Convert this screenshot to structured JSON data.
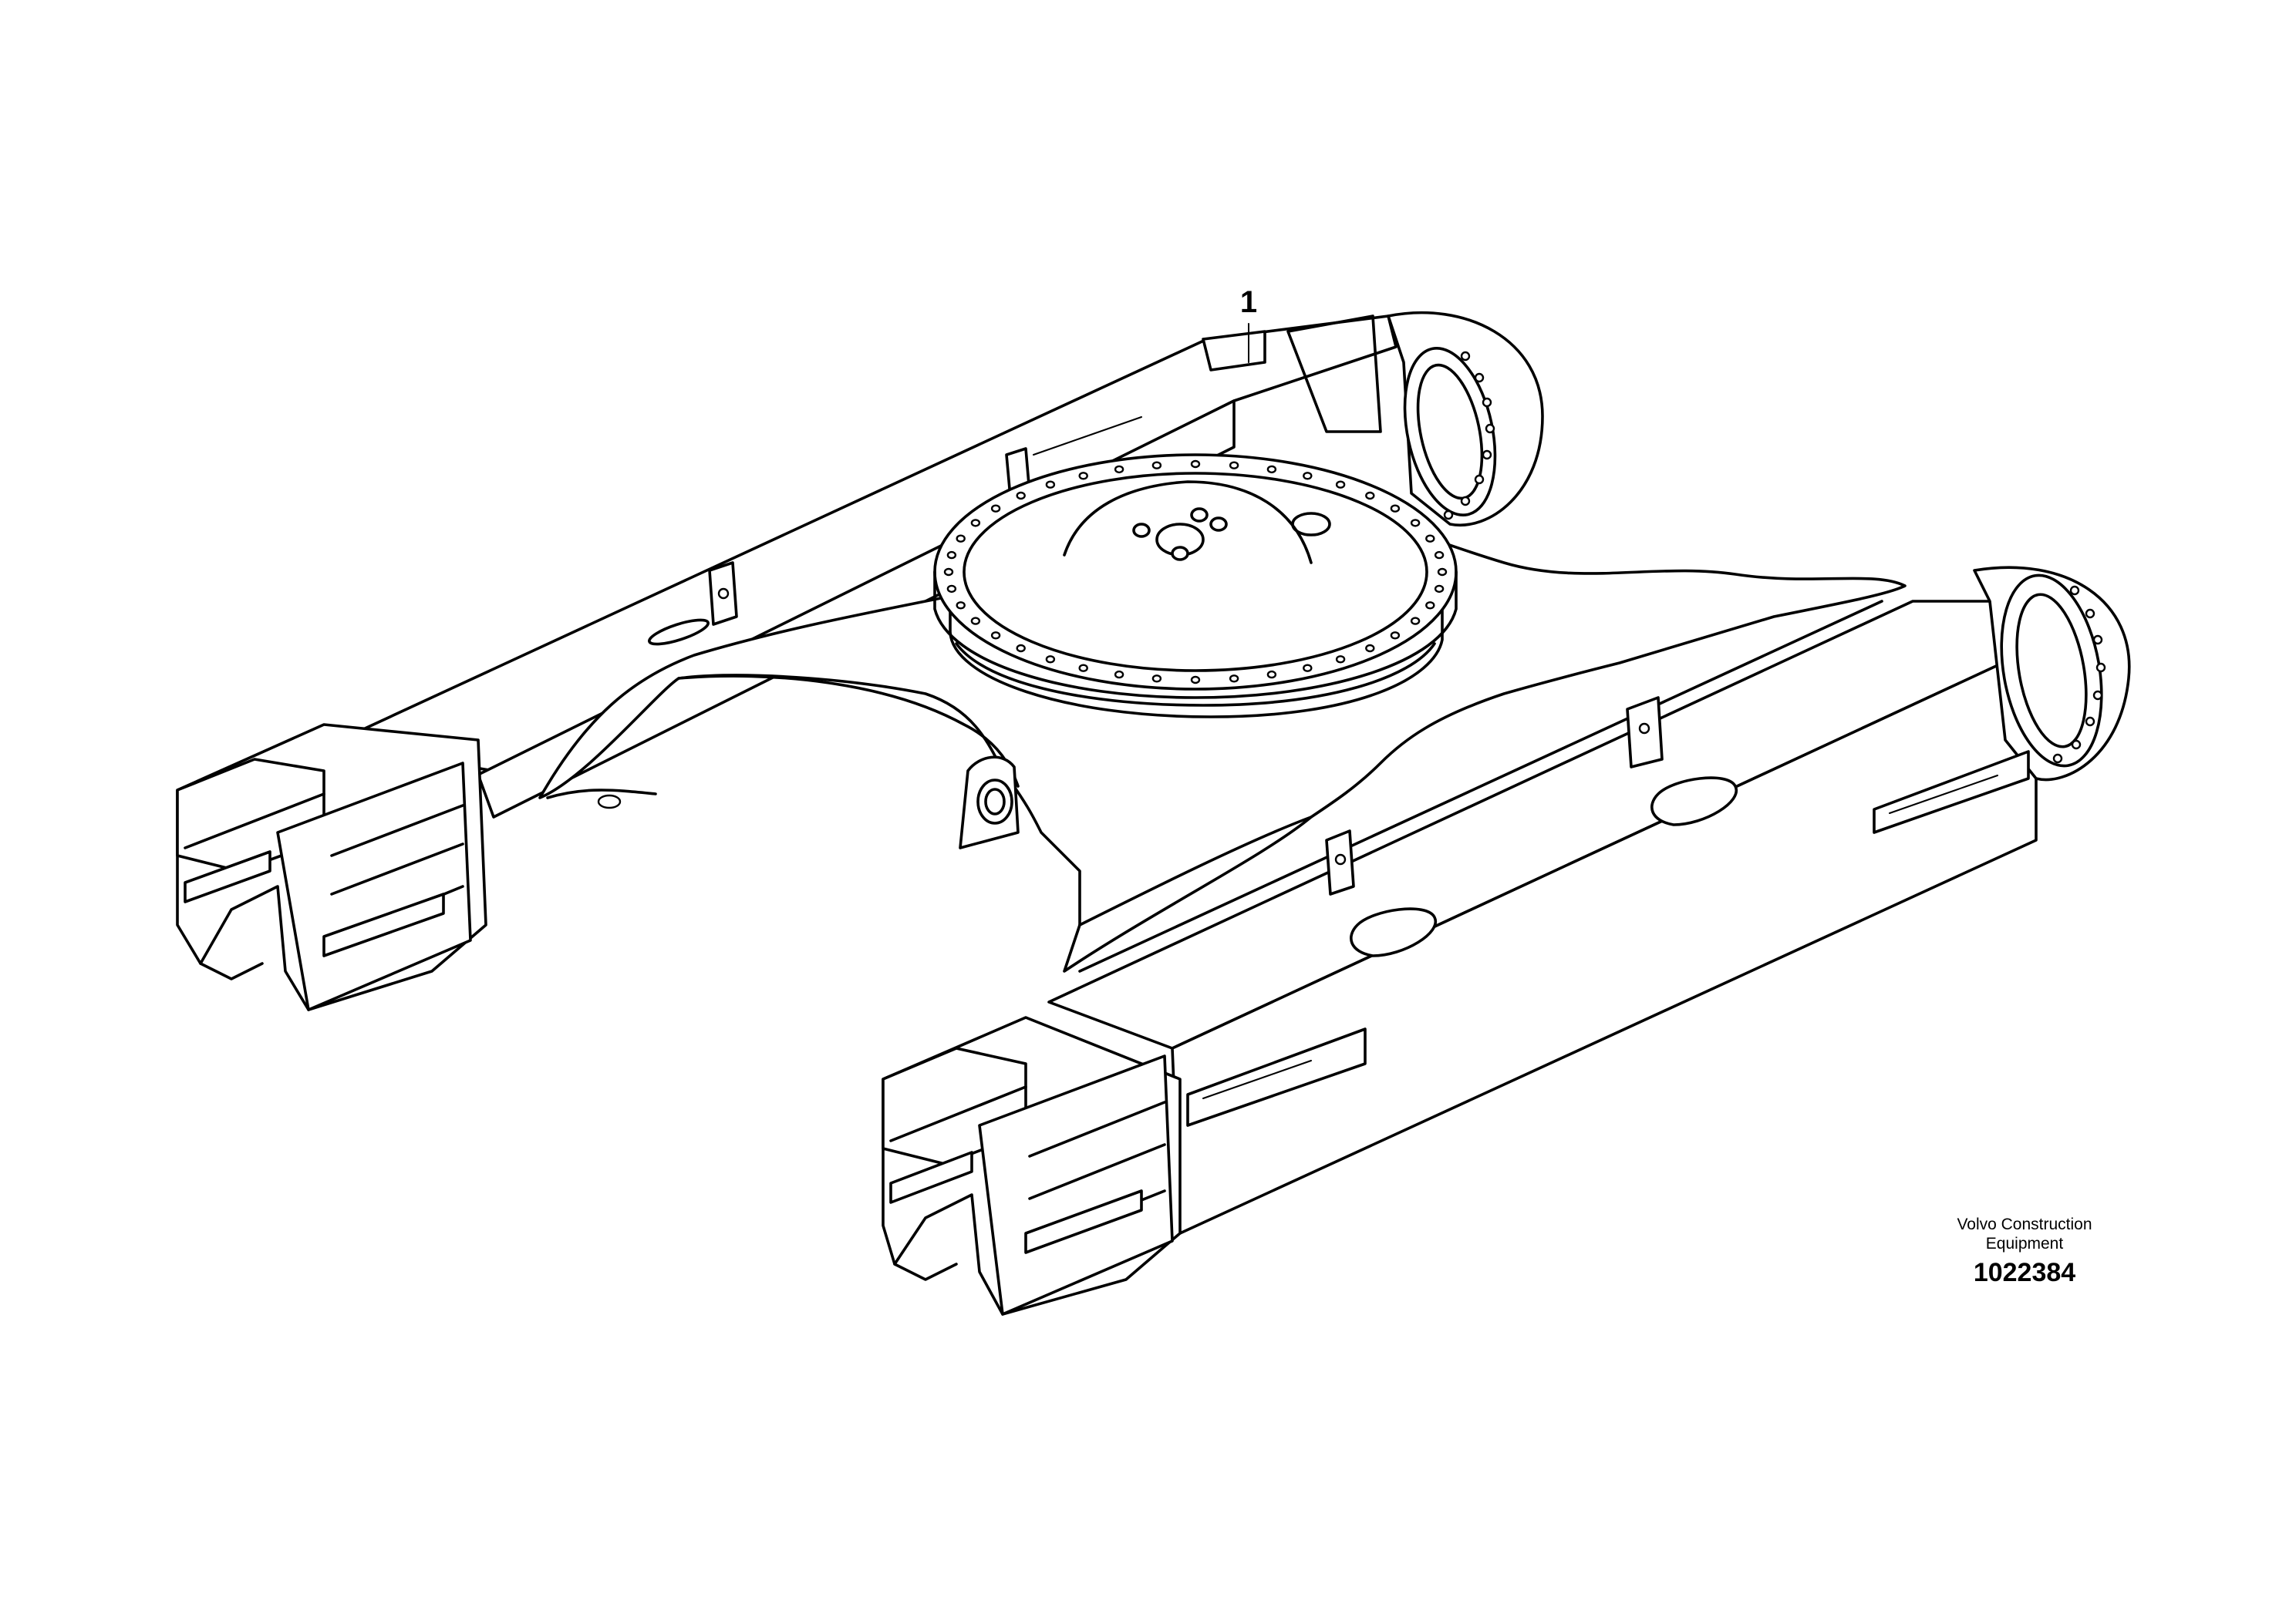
{
  "callouts": [
    {
      "label": "1"
    }
  ],
  "caption": {
    "brand_line1": "Volvo Construction",
    "brand_line2": "Equipment",
    "part_number": "1022384"
  }
}
